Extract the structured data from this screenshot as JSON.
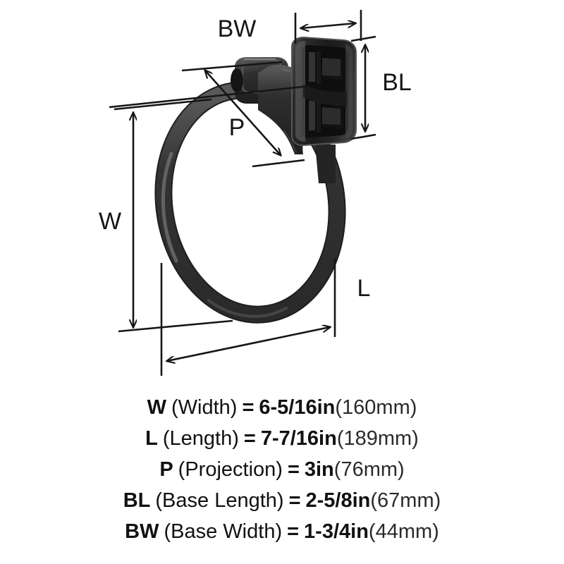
{
  "diagram": {
    "title": "Towel ring dimension diagram",
    "product": "towel-ring",
    "background_color": "#ffffff",
    "line_color": "#161616",
    "metal_dark": "#2f2f2f",
    "metal_mid": "#3f3f3f",
    "metal_light": "#6e6e6e",
    "dimension_labels": [
      {
        "key": "BW",
        "label": "BW",
        "orientation": "horizontal",
        "position": "top-left-of-base"
      },
      {
        "key": "BL",
        "label": "BL",
        "orientation": "vertical",
        "position": "right-of-base"
      },
      {
        "key": "P",
        "label": "P",
        "orientation": "diagonal",
        "position": "center-upper"
      },
      {
        "key": "W",
        "label": "W",
        "orientation": "vertical",
        "position": "left-of-ring"
      },
      {
        "key": "L",
        "label": "L",
        "orientation": "diagonal",
        "position": "bottom-right"
      }
    ]
  },
  "specs": [
    {
      "symbol": "W",
      "name": "(Width)",
      "equals": "=",
      "imperial": "6-5/16in",
      "metric": "(160mm)"
    },
    {
      "symbol": "L",
      "name": "(Length)",
      "equals": "=",
      "imperial": "7-7/16in",
      "metric": "(189mm)"
    },
    {
      "symbol": "P",
      "name": "(Projection)",
      "equals": "=",
      "imperial": "3in",
      "metric": "(76mm)"
    },
    {
      "symbol": "BL",
      "name": "(Base Length)",
      "equals": "=",
      "imperial": "2-5/8in",
      "metric": "(67mm)"
    },
    {
      "symbol": "BW",
      "name": "(Base Width)",
      "equals": "=",
      "imperial": "1-3/4in",
      "metric": "(44mm)"
    }
  ]
}
